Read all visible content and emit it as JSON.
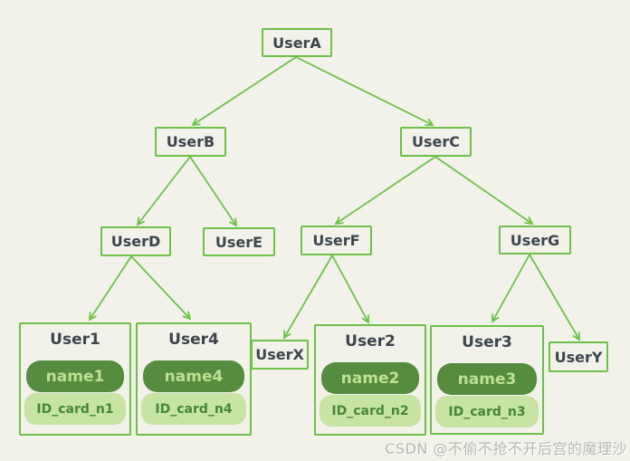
{
  "colors": {
    "background": "#f2f1ea",
    "stroke_green": "#6cc249",
    "node_text": "#3d464c",
    "name_pill_bg": "#568c3f",
    "name_pill_text": "#bfe092",
    "id_pill_bg": "#c7e4a2",
    "id_pill_text": "#45863a",
    "watermark_text": "#b7b6b0"
  },
  "tree": {
    "nodes": {
      "userA": "UserA",
      "userB": "UserB",
      "userC": "UserC",
      "userD": "UserD",
      "userE": "UserE",
      "userF": "UserF",
      "userG": "UserG",
      "userX": "UserX",
      "userY": "UserY"
    },
    "cards": [
      {
        "title": "User1",
        "name": "name1",
        "id_card": "ID_card_n1"
      },
      {
        "title": "User4",
        "name": "name4",
        "id_card": "ID_card_n4"
      },
      {
        "title": "User2",
        "name": "name2",
        "id_card": "ID_card_n2"
      },
      {
        "title": "User3",
        "name": "name3",
        "id_card": "ID_card_n3"
      }
    ],
    "edges": [
      {
        "from": "UserA",
        "to": "UserB"
      },
      {
        "from": "UserA",
        "to": "UserC"
      },
      {
        "from": "UserB",
        "to": "UserD"
      },
      {
        "from": "UserB",
        "to": "UserE"
      },
      {
        "from": "UserC",
        "to": "UserF"
      },
      {
        "from": "UserC",
        "to": "UserG"
      },
      {
        "from": "UserD",
        "to": "User1"
      },
      {
        "from": "UserD",
        "to": "User4"
      },
      {
        "from": "UserF",
        "to": "UserX"
      },
      {
        "from": "UserF",
        "to": "User2"
      },
      {
        "from": "UserG",
        "to": "User3"
      },
      {
        "from": "UserG",
        "to": "UserY"
      }
    ]
  },
  "watermark": {
    "text": "CSDN @不偷不抢不开后宫的魔理沙"
  }
}
